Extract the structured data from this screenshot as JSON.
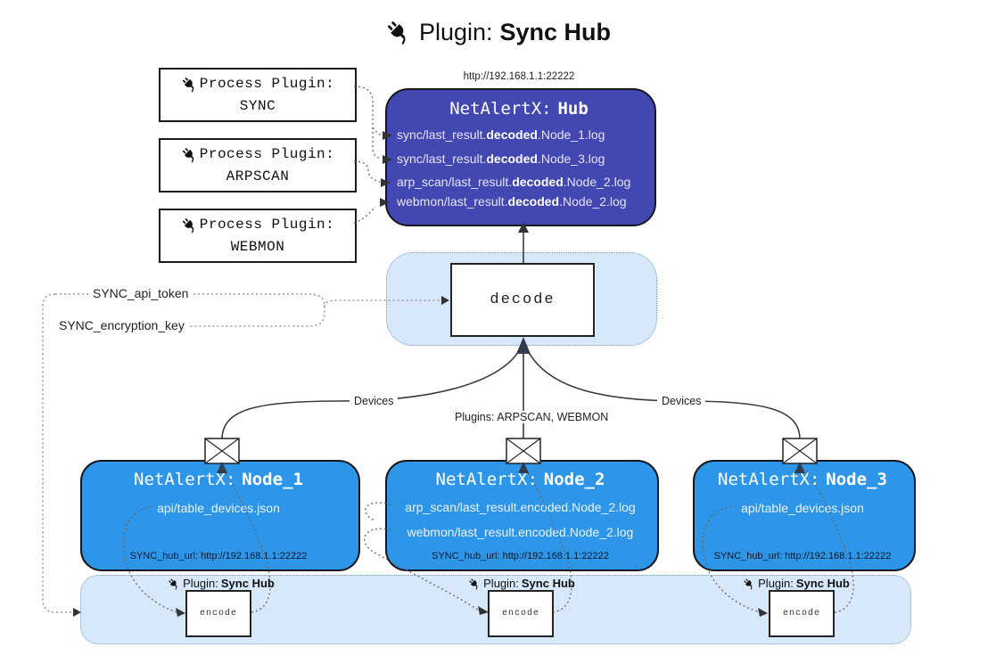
{
  "colors": {
    "hub-fill": "#4347b2",
    "node-fill": "#2e96e8",
    "band-fill": "#d6e8f9",
    "band-border": "#7d9dbe"
  },
  "title": {
    "prefix": "Plugin:",
    "name": "Sync Hub"
  },
  "process_plugins": [
    {
      "label": "Process Plugin:",
      "name": "SYNC"
    },
    {
      "label": "Process Plugin:",
      "name": "ARPSCAN"
    },
    {
      "label": "Process Plugin:",
      "name": "WEBMON"
    }
  ],
  "hub": {
    "url": "http://192.168.1.1:22222",
    "title_prefix": "NetAlertX:",
    "title_name": "Hub",
    "rows": [
      {
        "pre": "sync/last_result.",
        "bold": "decoded",
        "post": ".Node_1.log"
      },
      {
        "pre": "sync/last_result.",
        "bold": "decoded",
        "post": ".Node_3.log"
      },
      {
        "pre": "arp_scan/last_result.",
        "bold": "decoded",
        "post": ".Node_2.log"
      },
      {
        "pre": "webmon/last_result.",
        "bold": "decoded",
        "post": ".Node_2.log"
      }
    ]
  },
  "decode_box": {
    "label": "decode"
  },
  "settings": {
    "api_token": "SYNC_api_token",
    "encryption_key": "SYNC_encryption_key"
  },
  "edge_labels": {
    "devices_left": "Devices",
    "plugins_mid": "Plugins: ARPSCAN, WEBMON",
    "devices_right": "Devices"
  },
  "nodes": [
    {
      "title_prefix": "NetAlertX:",
      "title_name": "Node_1",
      "files": [
        "api/table_devices.json"
      ],
      "hub_url": "SYNC_hub_url: http://192.168.1.1:22222"
    },
    {
      "title_prefix": "NetAlertX:",
      "title_name": "Node_2",
      "files": [
        "arp_scan/last_result.encoded.Node_2.log",
        "webmon/last_result.encoded.Node_2.log"
      ],
      "hub_url": "SYNC_hub_url: http://192.168.1.1:22222"
    },
    {
      "title_prefix": "NetAlertX:",
      "title_name": "Node_3",
      "files": [
        "api/table_devices.json"
      ],
      "hub_url": "SYNC_hub_url: http://192.168.1.1:22222"
    }
  ],
  "encoders": [
    {
      "plugin_prefix": "Plugin:",
      "plugin_name": "Sync Hub",
      "label": "encode"
    },
    {
      "plugin_prefix": "Plugin:",
      "plugin_name": "Sync Hub",
      "label": "encode"
    },
    {
      "plugin_prefix": "Plugin:",
      "plugin_name": "Sync Hub",
      "label": "encode"
    }
  ]
}
